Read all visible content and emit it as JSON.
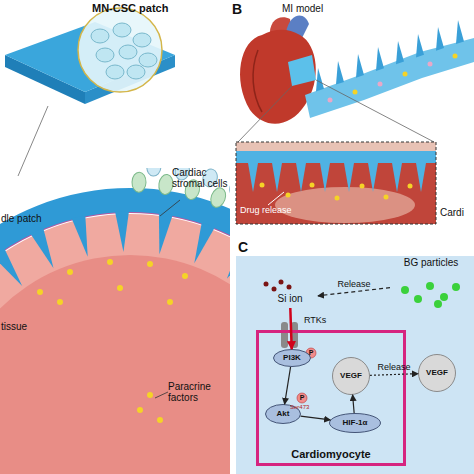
{
  "diagram": {
    "nodes": [
      {
        "text": [
          "BG particles"
        ]
      },
      {
        "text": [
          "Si ion"
        ]
      },
      {
        "text": [
          "Cardiomyocyte"
        ]
      },
      {
        "text": [
          "PI3K"
        ],
        "in": 2
      },
      {
        "text": [
          "Akt"
        ],
        "in": 2
      },
      {
        "text": [
          "HIF-1α"
        ],
        "in": 2
      },
      {
        "text": [
          "VEGF"
        ],
        "in": 2
      },
      {
        "text": [
          "VEGF"
        ]
      }
    ],
    "edges": [
      {
        "from": 0,
        "to": 1,
        "label": "Release",
        "arrow": "to"
      },
      {
        "from": 1,
        "to": 3,
        "arrow": "to"
      },
      {
        "from": 3,
        "to": 4,
        "arrow": "to"
      },
      {
        "from": 4,
        "to": 5,
        "arrow": "to"
      },
      {
        "from": 5,
        "to": 6,
        "arrow": "to"
      },
      {
        "from": 6,
        "to": 7,
        "label": "Release",
        "arrow": "to"
      }
    ],
    "labels": [
      "MN-CSC patch",
      "B",
      "MI model",
      "C",
      "dle patch",
      "Cardiac stromal cells",
      "tissue",
      "Paracrine factors",
      "Drug release",
      "Cardi",
      "RTKs",
      "P",
      "P",
      "Ser473"
    ]
  }
}
